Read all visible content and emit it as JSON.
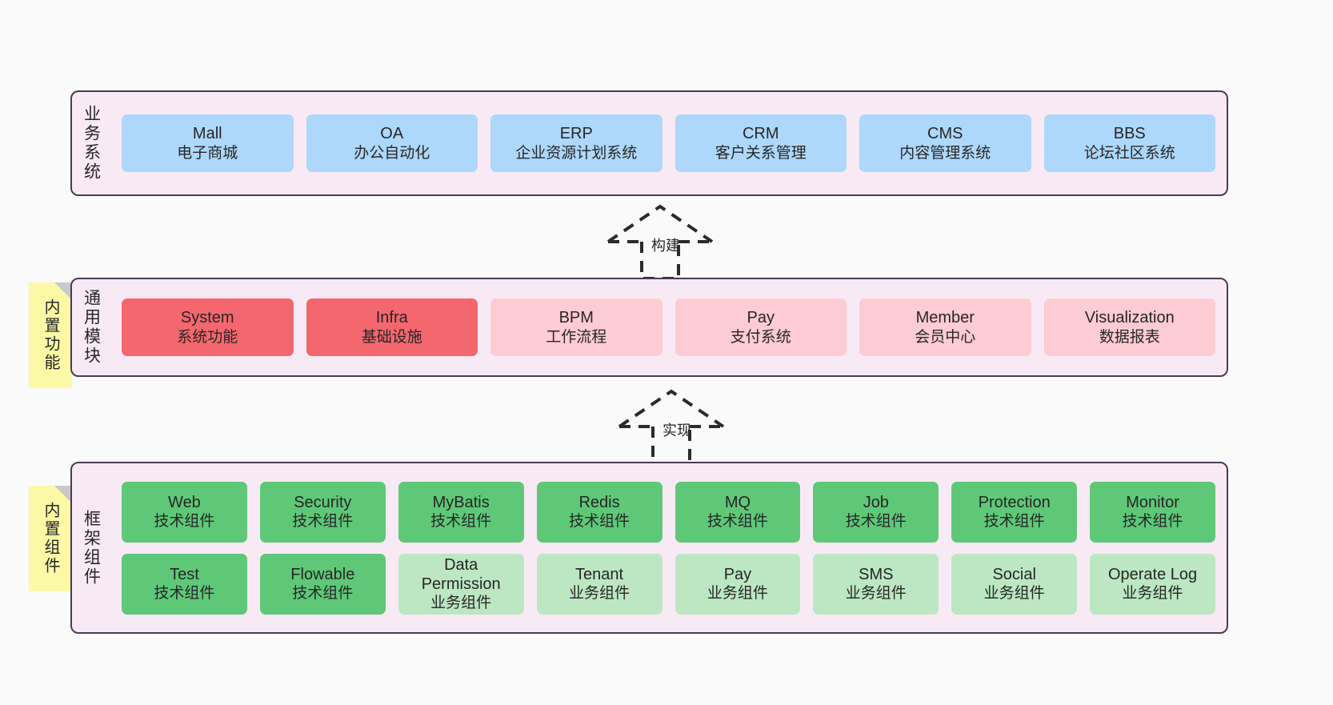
{
  "colors": {
    "canvas_bg": "#FAFAFA",
    "layer_bg": "#F8EAF4",
    "layer_border": "#4B3B54",
    "business_card": "#ADD8FB",
    "core_module_card": "#F4676E",
    "module_card": "#FCCBD3",
    "tech_component_card": "#5FC878",
    "business_component_card": "#BCE7C2",
    "sticky_note": "#FBF9A6",
    "sticky_fold": "#C9C9C9",
    "text": "#262626"
  },
  "layers": [
    {
      "id": "business-system",
      "title": "业务系统",
      "rows": [
        {
          "cards": [
            {
              "name": "Mall",
              "desc": "电子商城",
              "style": "c-blue"
            },
            {
              "name": "OA",
              "desc": "办公自动化",
              "style": "c-blue"
            },
            {
              "name": "ERP",
              "desc": "企业资源计划系统",
              "style": "c-blue"
            },
            {
              "name": "CRM",
              "desc": "客户关系管理",
              "style": "c-blue"
            },
            {
              "name": "CMS",
              "desc": "内容管理系统",
              "style": "c-blue"
            },
            {
              "name": "BBS",
              "desc": "论坛社区系统",
              "style": "c-blue"
            }
          ]
        }
      ]
    },
    {
      "id": "common-module",
      "title": "通用模块",
      "sticky": "内置功能",
      "rows": [
        {
          "cards": [
            {
              "name": "System",
              "desc": "系统功能",
              "style": "c-red"
            },
            {
              "name": "Infra",
              "desc": "基础设施",
              "style": "c-red"
            },
            {
              "name": "BPM",
              "desc": "工作流程",
              "style": "c-pink"
            },
            {
              "name": "Pay",
              "desc": "支付系统",
              "style": "c-pink"
            },
            {
              "name": "Member",
              "desc": "会员中心",
              "style": "c-pink"
            },
            {
              "name": "Visualization",
              "desc": "数据报表",
              "style": "c-pink"
            }
          ]
        }
      ]
    },
    {
      "id": "framework-component",
      "title": "框架组件",
      "sticky": "内置组件",
      "rows": [
        {
          "cards": [
            {
              "name": "Web",
              "desc": "技术组件",
              "style": "c-green"
            },
            {
              "name": "Security",
              "desc": "技术组件",
              "style": "c-green"
            },
            {
              "name": "MyBatis",
              "desc": "技术组件",
              "style": "c-green"
            },
            {
              "name": "Redis",
              "desc": "技术组件",
              "style": "c-green"
            },
            {
              "name": "MQ",
              "desc": "技术组件",
              "style": "c-green"
            },
            {
              "name": "Job",
              "desc": "技术组件",
              "style": "c-green"
            },
            {
              "name": "Protection",
              "desc": "技术组件",
              "style": "c-green"
            },
            {
              "name": "Monitor",
              "desc": "技术组件",
              "style": "c-green"
            }
          ]
        },
        {
          "cards": [
            {
              "name": "Test",
              "desc": "技术组件",
              "style": "c-green"
            },
            {
              "name": "Flowable",
              "desc": "技术组件",
              "style": "c-green"
            },
            {
              "name": "Data Permission",
              "desc": "业务组件",
              "style": "c-lightgreen"
            },
            {
              "name": "Tenant",
              "desc": "业务组件",
              "style": "c-lightgreen"
            },
            {
              "name": "Pay",
              "desc": "业务组件",
              "style": "c-lightgreen"
            },
            {
              "name": "SMS",
              "desc": "业务组件",
              "style": "c-lightgreen"
            },
            {
              "name": "Social",
              "desc": "业务组件",
              "style": "c-lightgreen"
            },
            {
              "name": "Operate Log",
              "desc": "业务组件",
              "style": "c-lightgreen"
            }
          ]
        }
      ]
    }
  ],
  "connectors": [
    {
      "id": "build",
      "label": "构建",
      "from": "common-module",
      "to": "business-system"
    },
    {
      "id": "implement",
      "label": "实现",
      "from": "framework-component",
      "to": "common-module"
    }
  ]
}
